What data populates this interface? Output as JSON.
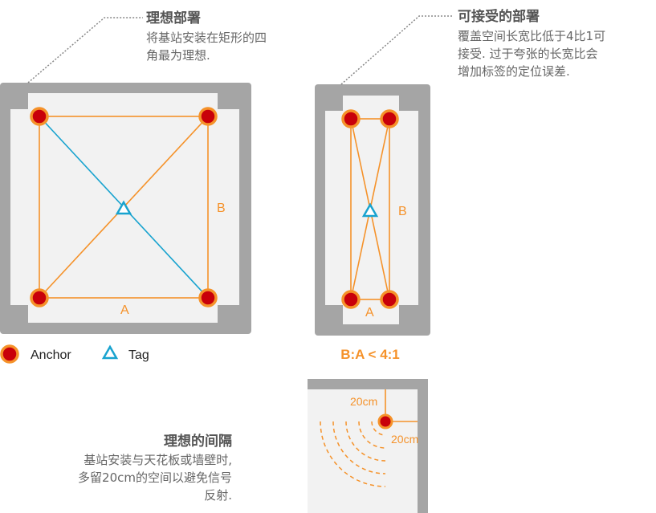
{
  "colors": {
    "wall": "#a5a5a5",
    "floor": "#f2f2f2",
    "orange": "#f5922a",
    "anchor_fill": "#c8000a",
    "anchor_ring": "#f5922a",
    "tag": "#18a3cf",
    "callout": "#888888"
  },
  "ideal": {
    "title": "理想部署",
    "desc_lines": [
      "将基站安装在矩形的四",
      "角最为理想."
    ],
    "label_a": "A",
    "label_b": "B"
  },
  "acceptable": {
    "title": "可接受的部署",
    "desc_lines": [
      "覆盖空间长宽比低于4比1可",
      "接受. 过于夸张的长宽比会",
      "增加标签的定位误差."
    ],
    "label_a": "A",
    "label_b": "B",
    "ratio": "B:A < 4:1"
  },
  "legend": {
    "anchor": "Anchor",
    "tag": "Tag"
  },
  "spacing": {
    "title": "理想的间隔",
    "desc_lines": [
      "基站安装与天花板或墙壁时,",
      "多留20cm的空间以避免信号",
      "反射."
    ],
    "dim_vertical": "20cm",
    "dim_horizontal": "20cm"
  }
}
